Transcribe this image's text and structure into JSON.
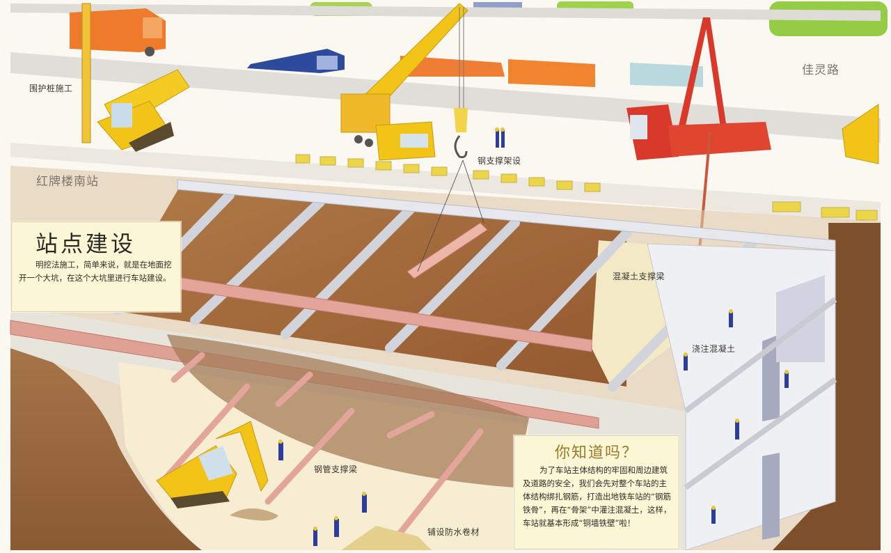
{
  "illustration": {
    "subject": "subway station open-cut construction watercolor illustration",
    "colors": {
      "paper": "#fbf8f1",
      "road": "#e4e2dc",
      "soil": "#9a6a3f",
      "soil_dark": "#7a4f2b",
      "concrete": "#eceef2",
      "steel_pipe": "#e2a39a",
      "crane_yellow": "#f2c417",
      "crane_red": "#d8392a",
      "truck_orange": "#ee7a2c",
      "truck_blue": "#2e4a9c",
      "info_card": "#fbf7d6",
      "tree_green": "#9ccf4a",
      "worker_blue": "#2c3d9a"
    }
  },
  "labels": {
    "road_name": "佳灵路",
    "station_name": "红牌楼南站",
    "retaining_pile": "围护桩施工",
    "steel_support_install": "钢支撑架设",
    "concrete_support_beam": "混凝土支撑梁",
    "pour_concrete": "浇注混凝土",
    "steel_pipe_support_beam": "钢管支撑梁",
    "waterproof_membrane": "铺设防水卷材"
  },
  "intro_card": {
    "title": "站点建设",
    "body": "明挖法施工，简单来说，就是在地面挖开一个大坑，在这个大坑里进行车站建设。"
  },
  "did_you_know_card": {
    "title": "你知道吗？",
    "body": "为了车站主体结构的牢固和周边建筑及道路的安全，我们会先对整个车站的主体结构绑扎钢筋，打造出地铁车站的“钢筋铁骨”，再在“骨架”中灌注混凝土，这样，车站就基本形成“铜墙铁壁”啦！"
  }
}
